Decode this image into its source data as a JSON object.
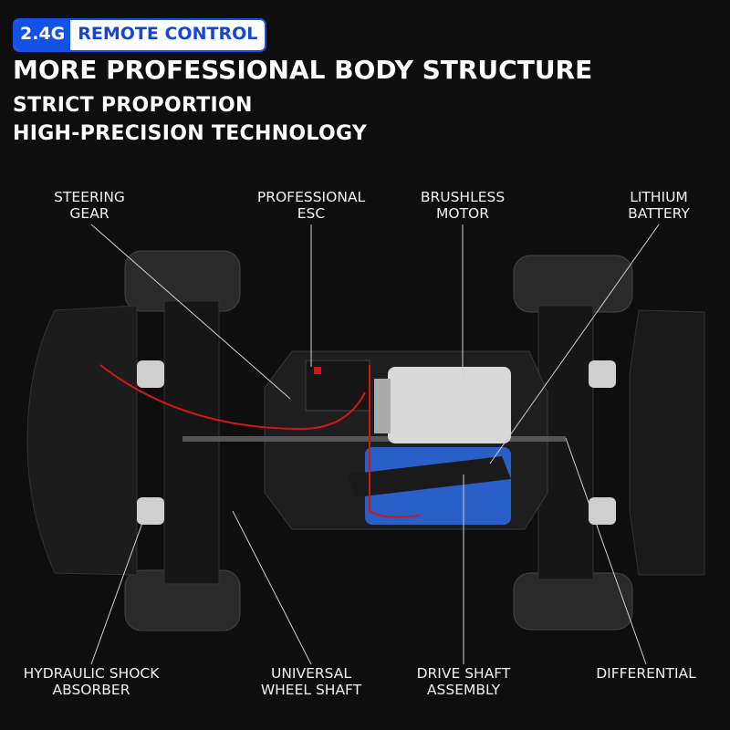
{
  "badge": {
    "left": "2.4G",
    "right": "REMOTE CONTROL"
  },
  "headline": "MORE PROFESSIONAL BODY STRUCTURE",
  "sub1": "STRICT PROPORTION",
  "sub2": "HIGH-PRECISION TECHNOLOGY",
  "labels": {
    "steering": [
      "STEERING",
      "GEAR"
    ],
    "esc": [
      "PROFESSIONAL",
      "ESC"
    ],
    "motor": [
      "BRUSHLESS",
      "MOTOR"
    ],
    "battery": [
      "LITHIUM",
      "BATTERY"
    ],
    "shock": [
      "HYDRAULIC SHOCK",
      "ABSORBER"
    ],
    "shaft": [
      "UNIVERSAL",
      "WHEEL SHAFT"
    ],
    "drive": [
      "DRIVE SHAFT",
      "ASSEMBLY"
    ],
    "diff": [
      "DIFFERENTIAL"
    ]
  },
  "colors": {
    "accent": "#1452e6",
    "battery": "#2a5fc8",
    "wire": "#d01818"
  }
}
